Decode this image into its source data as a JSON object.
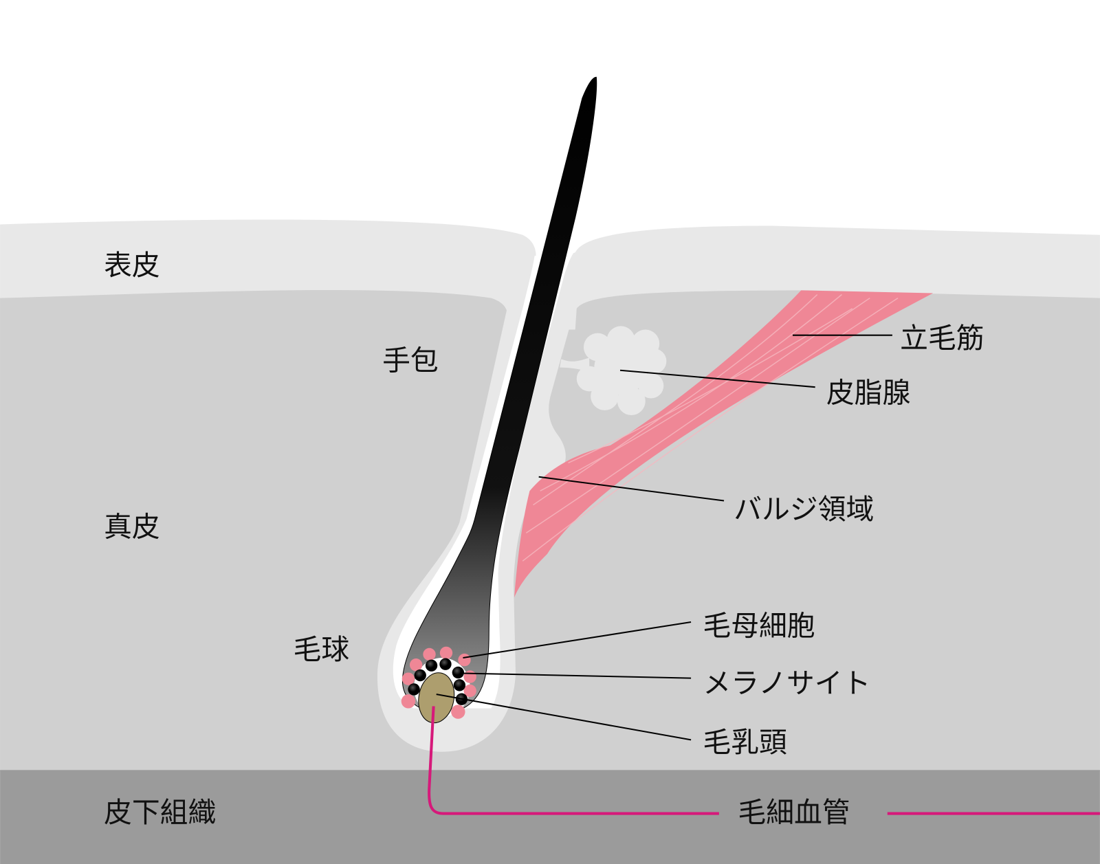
{
  "title": "Hair follicle structure",
  "labels": {
    "epidermis": "表皮",
    "follicle": "手包",
    "dermis": "真皮",
    "hair_bulb": "毛球",
    "subcutaneous": "皮下組織",
    "arrector_pili": "立毛筋",
    "sebaceous_gland": "皮脂腺",
    "bulge": "バルジ領域",
    "matrix_cells": "毛母細胞",
    "melanocyte": "メラノサイト",
    "dermal_papilla": "毛乳頭",
    "capillary": "毛細血管"
  },
  "colors": {
    "epidermis": "#e8e8e8",
    "dermis": "#d0d0d0",
    "subcutaneous": "#9b9b9b",
    "muscle": "#ef8796",
    "papilla": "#ad9e6e",
    "capillary": "#d6197a",
    "matrix": "#ef8796",
    "melanocyte": "#000000"
  }
}
